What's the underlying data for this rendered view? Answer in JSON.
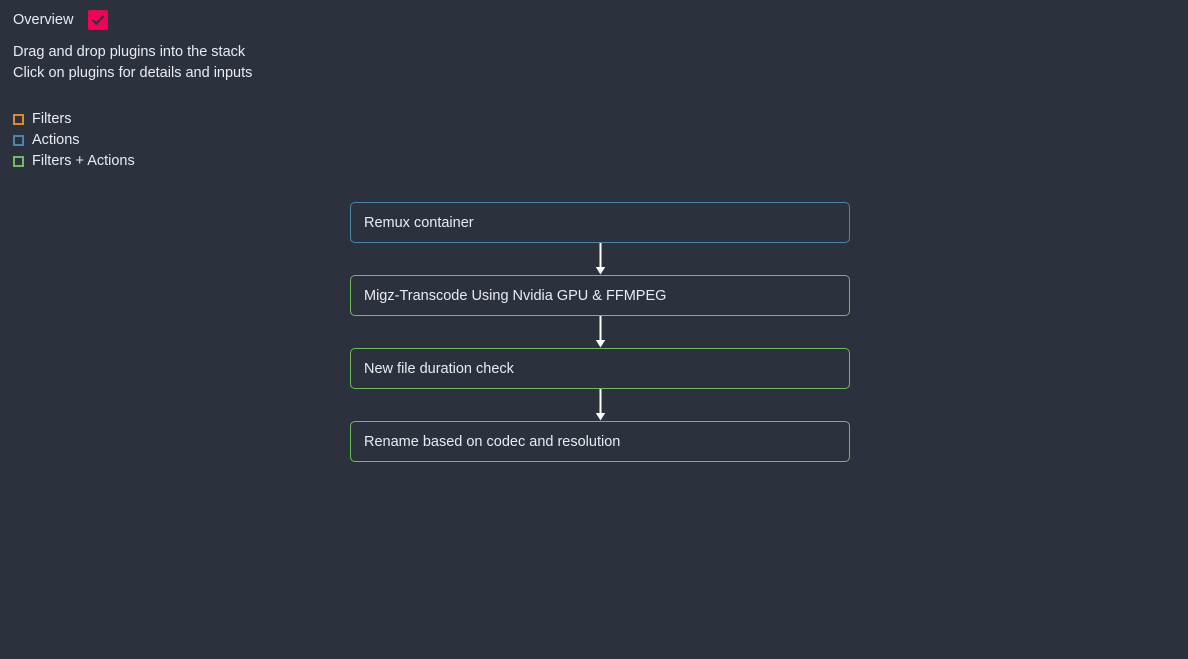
{
  "theme": {
    "background": "#2b313d",
    "text": "#e9ebf1",
    "accent_pink": "#f50057",
    "filter_orange": "#e08a2e",
    "action_blue": "#4a86a8",
    "combo_green": "#6dbd5e",
    "arrow": "#ffffff"
  },
  "header": {
    "title": "Overview",
    "checkbox_checked": true,
    "checkbox_icon": "check-icon"
  },
  "instructions": [
    "Drag and drop plugins into the stack",
    "Click on plugins for details and inputs"
  ],
  "legend": {
    "items": [
      {
        "label": "Filters",
        "color": "#e08a2e",
        "icon": "square-outline-icon"
      },
      {
        "label": "Actions",
        "color": "#4a86a8",
        "icon": "square-outline-icon"
      },
      {
        "label": "Filters + Actions",
        "color": "#6dbd5e",
        "icon": "square-outline-icon"
      }
    ]
  },
  "stack": {
    "nodes": [
      {
        "label": "Remux container",
        "type": "Actions",
        "border_color": "#4a86a8"
      },
      {
        "label": "Migz-Transcode Using Nvidia GPU & FFMPEG",
        "type": "Filters + Actions",
        "border_color": "#6dbd5e"
      },
      {
        "label": "New file duration check",
        "type": "Filters + Actions",
        "border_color": "#6dbd5e"
      },
      {
        "label": "Rename based on codec and resolution",
        "type": "Filters + Actions",
        "border_color": "#6dbd5e"
      }
    ],
    "connector_icon": "arrow-down-icon"
  }
}
